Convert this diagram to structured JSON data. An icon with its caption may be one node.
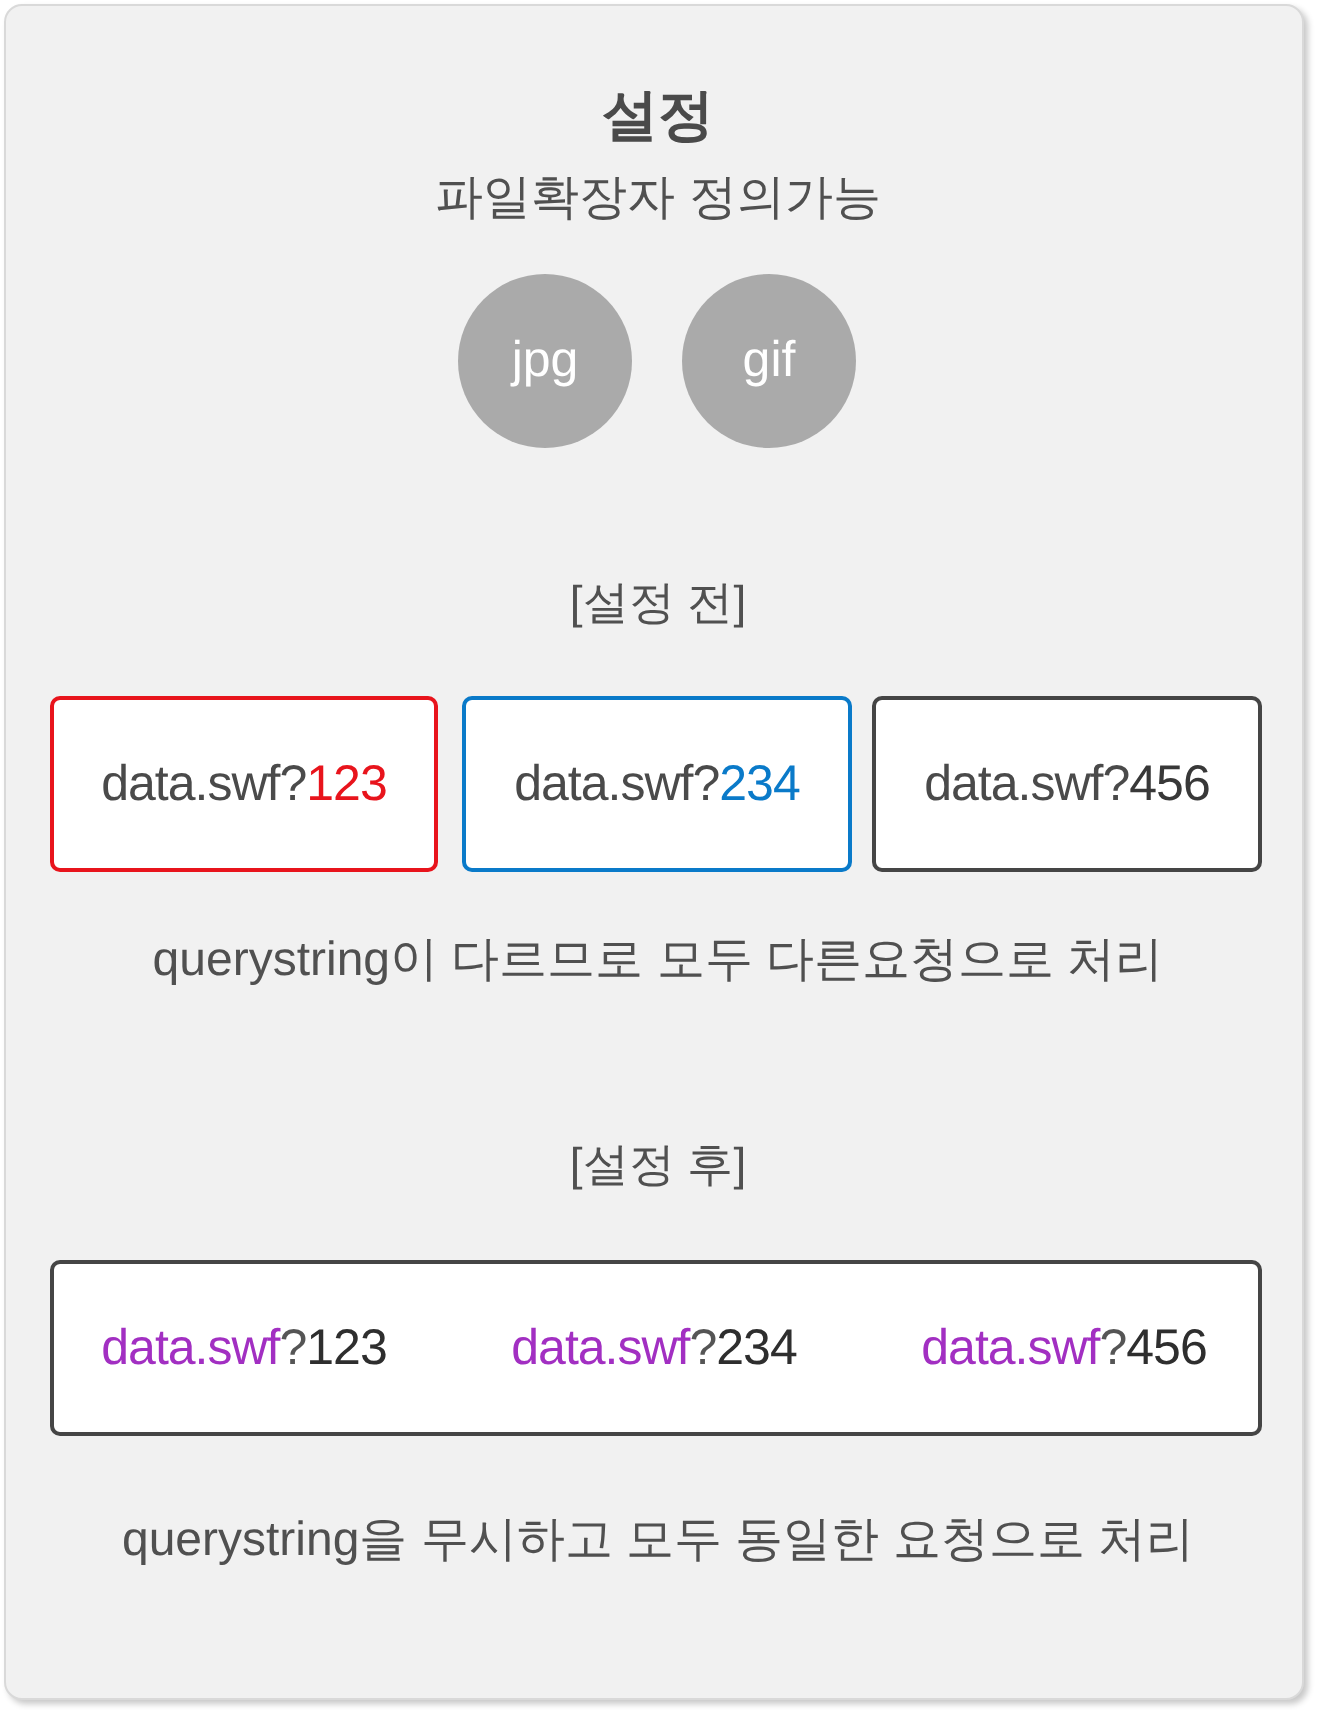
{
  "diagram": {
    "title": "설정",
    "nodes": [
      {
        "text": [
          "jpg"
        ]
      },
      {
        "text": [
          "gif"
        ]
      },
      {
        "text": [
          "data.swf?123"
        ]
      },
      {
        "text": [
          "data.swf?234"
        ]
      },
      {
        "text": [
          "data.swf?456"
        ]
      },
      {
        "text": [
          "data.swf?123",
          "data.swf?234",
          "data.swf?456"
        ]
      }
    ],
    "labels": [
      "파일확장자 정의가능",
      "[설정 전]",
      "querystring이 다르므로 모두 다른요청으로 처리",
      "[설정 후]",
      "querystring을 무시하고 모두 동일한 요청으로 처리"
    ]
  }
}
